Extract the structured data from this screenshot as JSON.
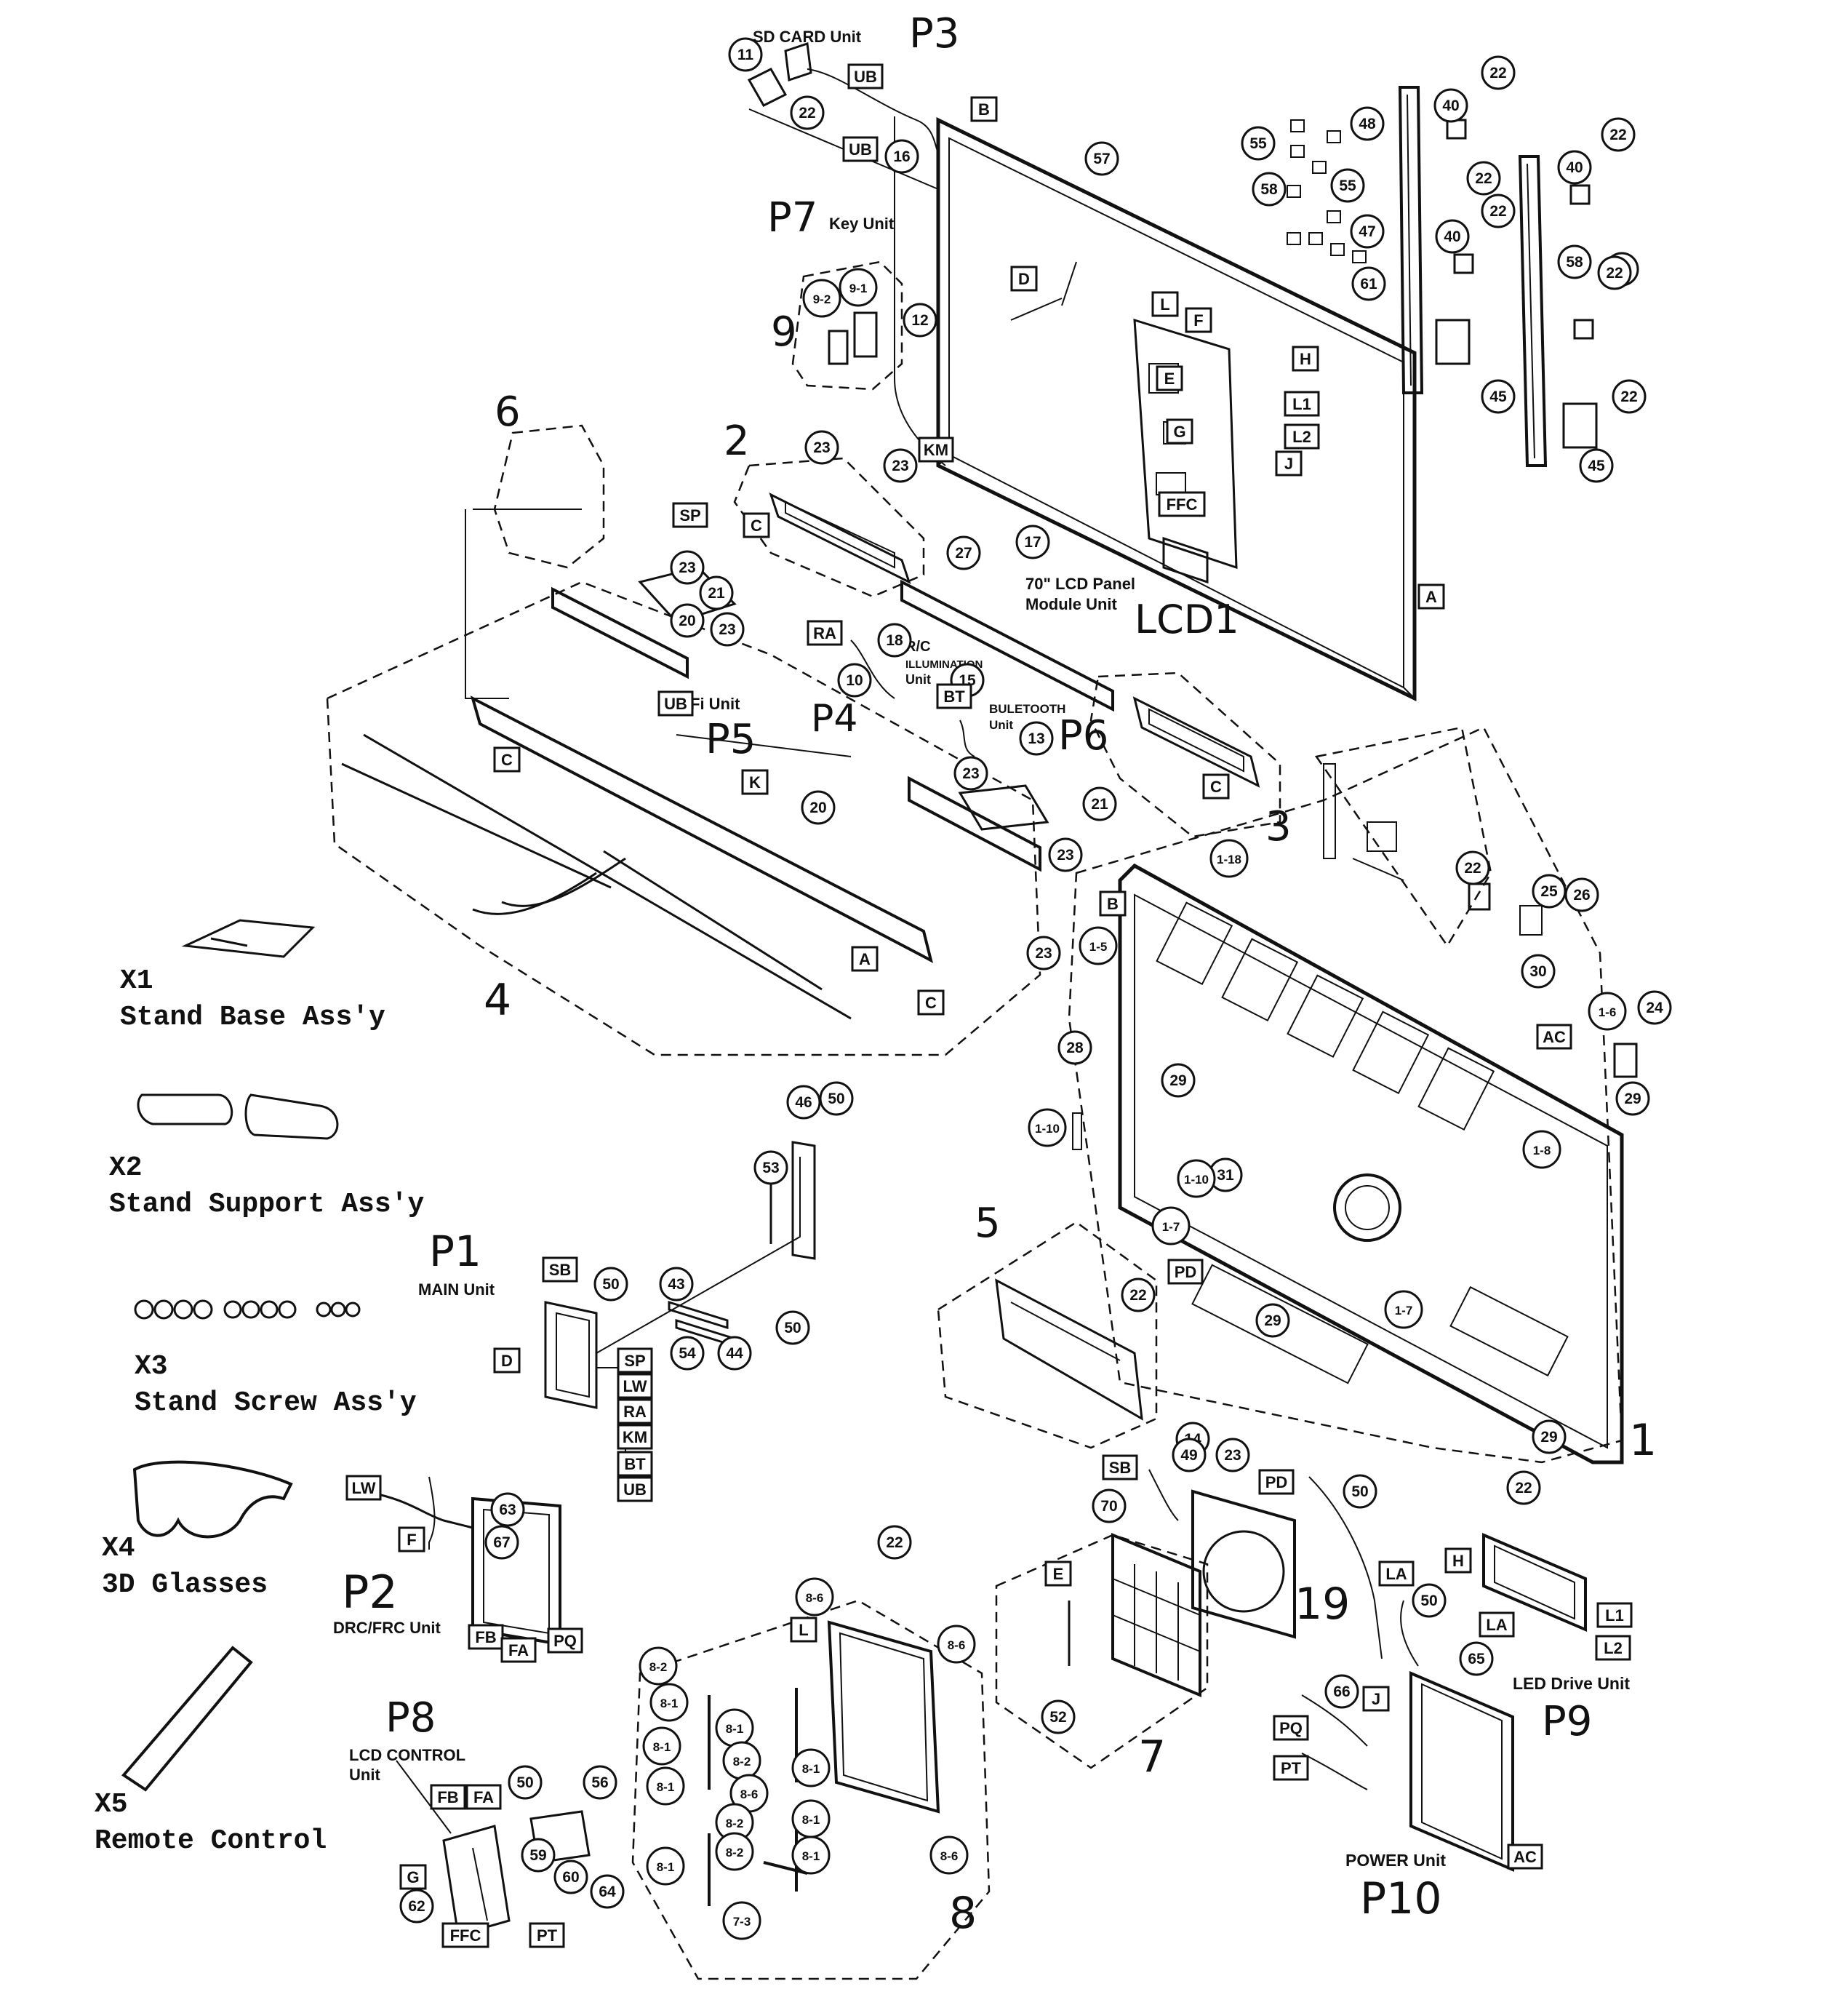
{
  "colors": {
    "ink": "#111111",
    "paper": "#ffffff"
  },
  "unit_labels": {
    "sd_card_unit": "SD CARD Unit",
    "key_unit": "Key Unit",
    "lcd_panel": "70\" LCD Panel",
    "module_unit": "Module Unit",
    "rc_illumination_1": "R/C",
    "rc_illumination_2": "ILLUMINATION",
    "rc_illumination_3": "Unit",
    "wifi_unit": "Wi-Fi Unit",
    "bluetooth_1": "BULETOOTH",
    "bluetooth_2": "Unit",
    "main_unit": "MAIN Unit",
    "drc_frc_unit": "DRC/FRC Unit",
    "lcd_control_1": "LCD CONTROL",
    "lcd_control_2": "Unit",
    "led_drive_unit": "LED Drive Unit",
    "power_unit": "POWER Unit"
  },
  "hand_labels": {
    "P3": "P3",
    "P7": "P7",
    "LCD1": "LCD1",
    "P5": "P5",
    "P4": "P4",
    "P6": "P6",
    "P1": "P1",
    "P2": "P2",
    "P8": "P8",
    "P9": "P9",
    "P10": "P10"
  },
  "group_numbers": {
    "g9": "9",
    "g6": "6",
    "g2": "2",
    "g3": "3",
    "g4": "4",
    "g5": "5",
    "g1": "1",
    "g7": "7",
    "g8": "8",
    "g19": "19"
  },
  "accessories": [
    {
      "code": "X1",
      "name": "Stand Base Ass'y"
    },
    {
      "code": "X2",
      "name": "Stand Support Ass'y"
    },
    {
      "code": "X3",
      "name": "Stand Screw Ass'y"
    },
    {
      "code": "X4",
      "name": "3D Glasses"
    },
    {
      "code": "X5",
      "name": "Remote Control"
    }
  ],
  "part_callouts": [
    "11",
    "22",
    "16",
    "57",
    "55",
    "48",
    "40",
    "22",
    "22",
    "55",
    "40",
    "58",
    "22",
    "58",
    "47",
    "58",
    "61",
    "40",
    "22",
    "22",
    "12",
    "45",
    "22",
    "45",
    "9-2",
    "9-1",
    "23",
    "23",
    "17",
    "27",
    "23",
    "20",
    "21",
    "23",
    "18",
    "10",
    "15",
    "13",
    "23",
    "21",
    "23",
    "20",
    "23",
    "1-18",
    "22",
    "25",
    "26",
    "30",
    "1-5",
    "1-6",
    "24",
    "29",
    "28",
    "29",
    "1-10",
    "31",
    "1-8",
    "1-10",
    "46",
    "50",
    "53",
    "50",
    "43",
    "50",
    "54",
    "44",
    "22",
    "1-7",
    "29",
    "1-7",
    "29",
    "14",
    "23",
    "22",
    "49",
    "70",
    "63",
    "50",
    "67",
    "50",
    "65",
    "66",
    "22",
    "8-6",
    "8-6",
    "8-2",
    "8-1",
    "8-1",
    "8-1",
    "8-2",
    "8-1",
    "8-6",
    "8-1",
    "8-2",
    "8-1",
    "8-2",
    "8-1",
    "8-6",
    "8-1",
    "7-3",
    "52",
    "50",
    "56",
    "59",
    "60",
    "64",
    "62"
  ],
  "connectors": [
    "UB",
    "UB",
    "B",
    "D",
    "L",
    "F",
    "E",
    "H",
    "L1",
    "L2",
    "G",
    "J",
    "KM",
    "FFC",
    "A",
    "SP",
    "C",
    "RA",
    "BT",
    "UB",
    "K",
    "C",
    "C",
    "A",
    "C",
    "B",
    "AC",
    "PD",
    "SB",
    "SP",
    "LW",
    "RA",
    "KM",
    "BT",
    "UB",
    "D",
    "LW",
    "F",
    "FB",
    "FA",
    "PQ",
    "SB",
    "E",
    "PD",
    "LA",
    "H",
    "LA",
    "L1",
    "L2",
    "J",
    "PQ",
    "PT",
    "AC",
    "G",
    "FB",
    "FA",
    "FFC",
    "PT",
    "L"
  ]
}
